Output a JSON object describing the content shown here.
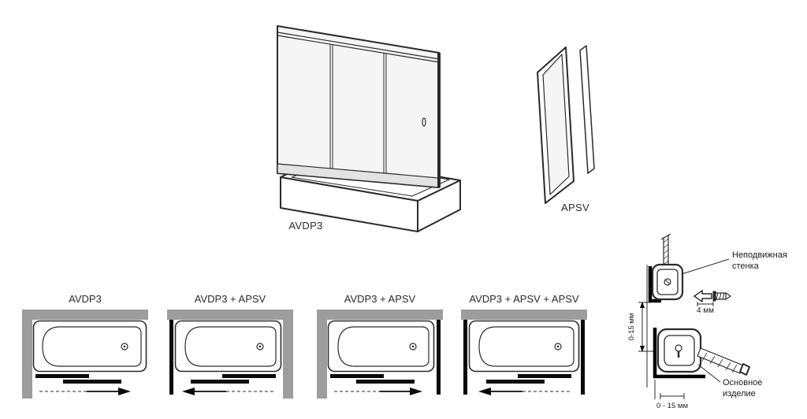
{
  "top_drawings": {
    "avdp3_label": "AVDP3",
    "apsv_label": "APSV"
  },
  "configs": [
    {
      "label": "AVDP3"
    },
    {
      "label": "AVDP3 + APSV"
    },
    {
      "label": "AVDP3 + APSV"
    },
    {
      "label": "AVDP3 + APSV + APSV"
    }
  ],
  "detail": {
    "fixed_wall_line1": "Неподвижная",
    "fixed_wall_line2": "стенка",
    "main_product_line1": "Основное",
    "main_product_line2": "изделие",
    "dim_screw": "4 мм",
    "dim_vertical": "0-15 мм",
    "dim_bottom": "0 - 15 мм"
  },
  "colors": {
    "wall_gray": "#9d9d9d",
    "line": "#2b2b2b",
    "panel_black": "#0a0a0a",
    "glass": "#f5f5f5"
  }
}
